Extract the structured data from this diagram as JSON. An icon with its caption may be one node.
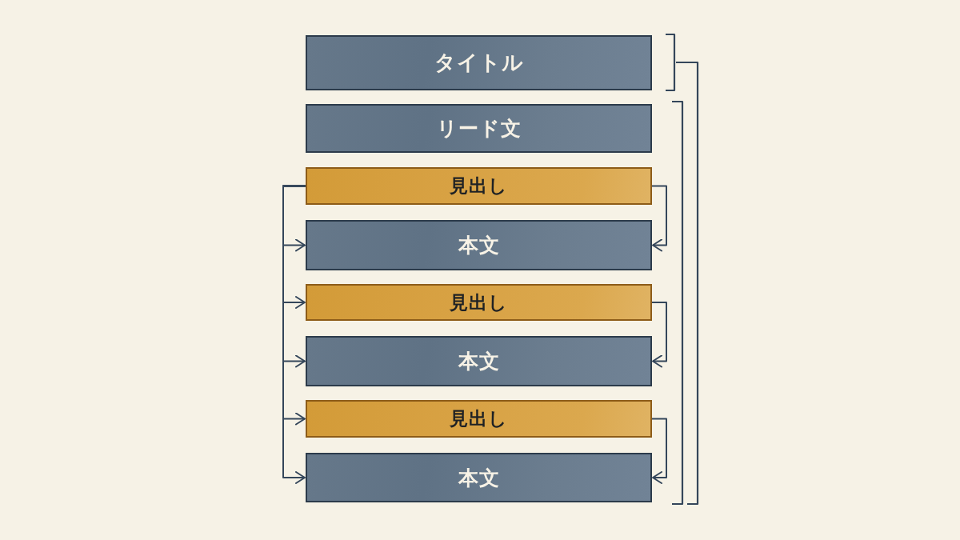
{
  "diagram": {
    "nodes": [
      {
        "text": [
          "タイトル"
        ]
      },
      {
        "text": [
          "リード文"
        ]
      },
      {
        "text": [
          "見出し"
        ]
      },
      {
        "text": [
          "本文"
        ]
      },
      {
        "text": [
          "見出し"
        ]
      },
      {
        "text": [
          "本文"
        ]
      },
      {
        "text": [
          "見出し"
        ]
      },
      {
        "text": [
          "本文"
        ]
      }
    ],
    "edges": [
      {
        "from": 2,
        "to": 3,
        "arrow": "to"
      },
      {
        "from": 2,
        "to": 4,
        "arrow": "to"
      },
      {
        "from": 2,
        "to": 5,
        "arrow": "to"
      },
      {
        "from": 2,
        "to": 6,
        "arrow": "to"
      },
      {
        "from": 2,
        "to": 7,
        "arrow": "to"
      },
      {
        "from": 2,
        "to": 3,
        "arrow": "to"
      },
      {
        "from": 4,
        "to": 5,
        "arrow": "to"
      },
      {
        "from": 6,
        "to": 7,
        "arrow": "to"
      }
    ]
  }
}
